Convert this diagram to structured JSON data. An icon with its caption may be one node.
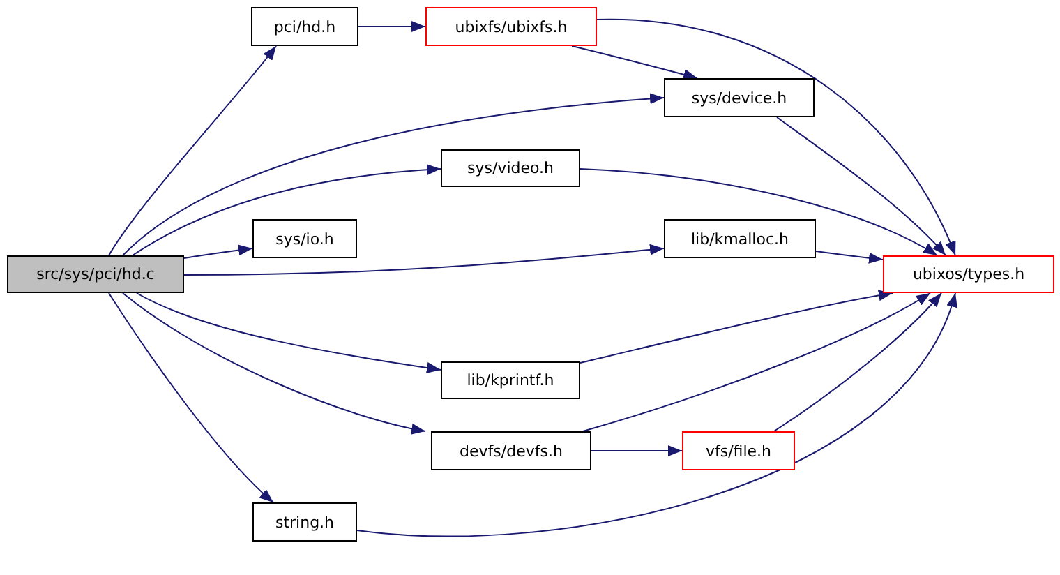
{
  "diagram": {
    "nodes": [
      {
        "text": [
          "src/sys/pci/hd.c"
        ]
      },
      {
        "text": [
          "pci/hd.h"
        ]
      },
      {
        "text": [
          "ubixfs/ubixfs.h"
        ]
      },
      {
        "text": [
          "sys/device.h"
        ]
      },
      {
        "text": [
          "sys/video.h"
        ]
      },
      {
        "text": [
          "sys/io.h"
        ]
      },
      {
        "text": [
          "lib/kmalloc.h"
        ]
      },
      {
        "text": [
          "ubixos/types.h"
        ]
      },
      {
        "text": [
          "lib/kprintf.h"
        ]
      },
      {
        "text": [
          "devfs/devfs.h"
        ]
      },
      {
        "text": [
          "vfs/file.h"
        ]
      },
      {
        "text": [
          "string.h"
        ]
      }
    ],
    "edges": [
      {
        "from": 0,
        "to": 1,
        "arrow": "to"
      },
      {
        "from": 1,
        "to": 2,
        "arrow": "to"
      },
      {
        "from": 2,
        "to": 3,
        "arrow": "to"
      },
      {
        "from": 2,
        "to": 7,
        "arrow": "to"
      },
      {
        "from": 0,
        "to": 3,
        "arrow": "to"
      },
      {
        "from": 0,
        "to": 4,
        "arrow": "to"
      },
      {
        "from": 4,
        "to": 7,
        "arrow": "to"
      },
      {
        "from": 0,
        "to": 5,
        "arrow": "to"
      },
      {
        "from": 0,
        "to": 6,
        "arrow": "to"
      },
      {
        "from": 6,
        "to": 7,
        "arrow": "to"
      },
      {
        "from": 3,
        "to": 7,
        "arrow": "to"
      },
      {
        "from": 0,
        "to": 8,
        "arrow": "to"
      },
      {
        "from": 8,
        "to": 7,
        "arrow": "to"
      },
      {
        "from": 0,
        "to": 9,
        "arrow": "to"
      },
      {
        "from": 9,
        "to": 7,
        "arrow": "to"
      },
      {
        "from": 9,
        "to": 10,
        "arrow": "to"
      },
      {
        "from": 10,
        "to": 7,
        "arrow": "to"
      },
      {
        "from": 0,
        "to": 11,
        "arrow": "to"
      },
      {
        "from": 11,
        "to": 7,
        "arrow": "to"
      }
    ]
  }
}
